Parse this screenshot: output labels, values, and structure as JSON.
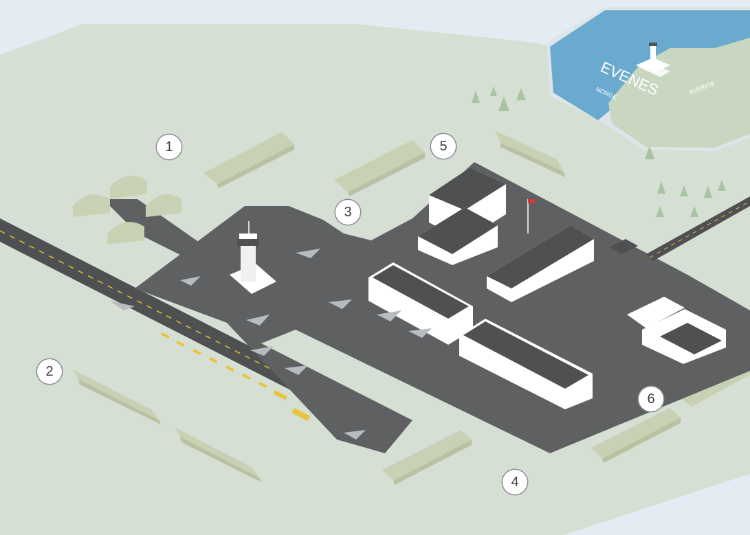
{
  "map": {
    "inset_title": "EVENES",
    "inset_left_region": "NORGE",
    "inset_right_region": "SVERIGE",
    "colors": {
      "background_sky": "#e3ecf2",
      "ground": "#d6dfd4",
      "tarmac": "#5f6061",
      "runway": "#4f5051",
      "berm": "#c9d1b5",
      "tree": "#a9c4a2",
      "building": "#ffffff",
      "roof": "#4e5052",
      "sea": "#6aaace",
      "flag": "#d23a35"
    }
  },
  "callouts": [
    {
      "number": "1"
    },
    {
      "number": "2"
    },
    {
      "number": "3"
    },
    {
      "number": "4"
    },
    {
      "number": "5"
    },
    {
      "number": "6"
    }
  ]
}
